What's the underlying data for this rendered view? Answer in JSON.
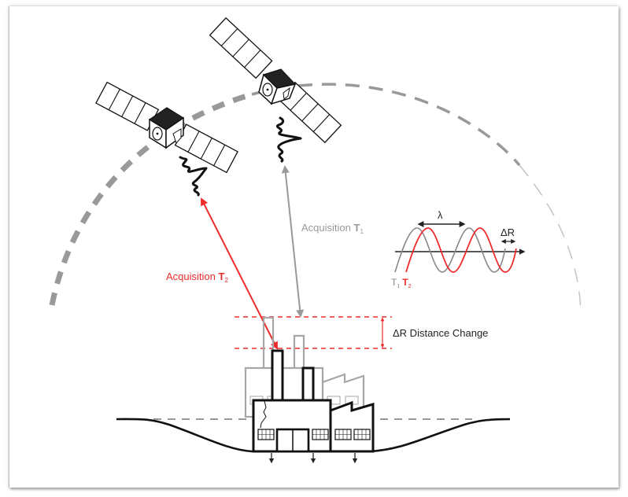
{
  "diagram": {
    "title": "InSAR ground deformation measurement",
    "colors": {
      "acquisition_t1": "#999999",
      "acquisition_t2": "#ee2b2b",
      "ink": "#111111",
      "orbit": "#999999",
      "ghost": "#a6a6a6"
    },
    "labels": {
      "acq_t1_prefix": "Acquisition ",
      "acq_t1_T": "T",
      "acq_t1_sub": "1",
      "acq_t2_prefix": "Acquisition ",
      "acq_t2_T": "T",
      "acq_t2_sub": "2",
      "distance_change": "ΔR Distance Change",
      "wave_lambda": "λ",
      "wave_delta_r": "ΔR",
      "wave_t1_T": "T",
      "wave_t1_sub": "1",
      "wave_t2_T": "T",
      "wave_t2_sub": "2"
    },
    "satellites": [
      {
        "name": "satellite-t2",
        "acquisition": "T2"
      },
      {
        "name": "satellite-t1",
        "acquisition": "T1"
      }
    ],
    "legend": {
      "series": [
        {
          "name": "T1",
          "color": "#999999"
        },
        {
          "name": "T2",
          "color": "#ee2b2b"
        }
      ]
    }
  }
}
